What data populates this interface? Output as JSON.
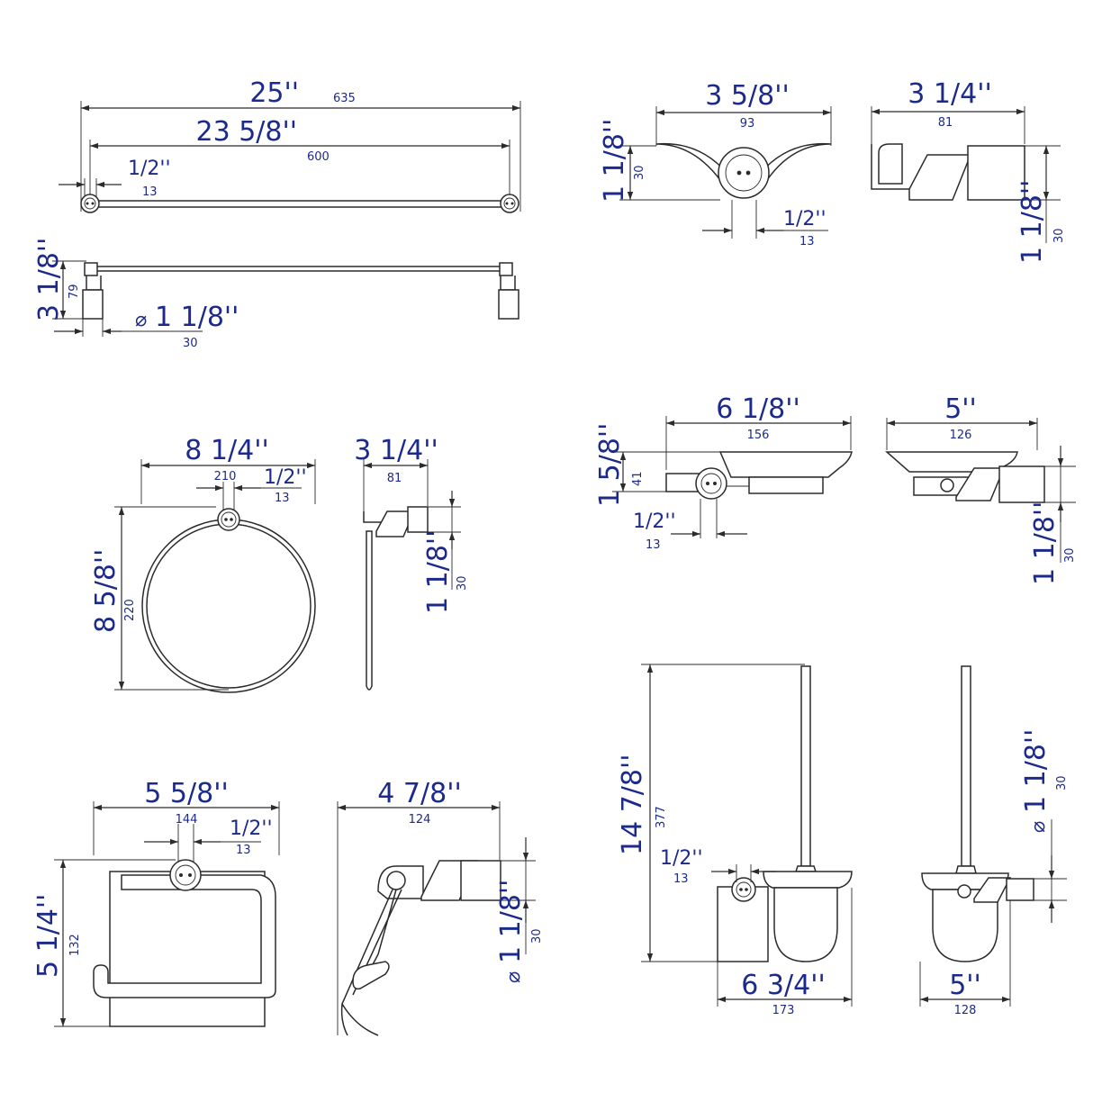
{
  "towel_bar": {
    "overall_in": "25''",
    "overall_mm": "635",
    "centers_in": "23 5/8''",
    "centers_mm": "600",
    "post_in": "1/2''",
    "post_mm": "13",
    "projection_in": "3 1/8''",
    "projection_mm": "79",
    "flange_in": "1 1/8''",
    "flange_mm": "30",
    "diameter_symbol": "⌀"
  },
  "robe_hook": {
    "width_in": "3 5/8''",
    "width_mm": "93",
    "height_in": "1 1/8''",
    "height_mm": "30",
    "post_in": "1/2''",
    "post_mm": "13",
    "projection_in": "3 1/4''",
    "projection_mm": "81",
    "flange_in": "1 1/8''",
    "flange_mm": "30"
  },
  "towel_ring": {
    "width_in": "8 1/4''",
    "width_mm": "210",
    "post_in": "1/2''",
    "post_mm": "13",
    "height_in": "8 5/8''",
    "height_mm": "220",
    "projection_in": "3 1/4''",
    "projection_mm": "81",
    "flange_in": "1 1/8''",
    "flange_mm": "30"
  },
  "soap_dish": {
    "width_in": "6 1/8''",
    "width_mm": "156",
    "height_in": "1 5/8''",
    "height_mm": "41",
    "post_in": "1/2''",
    "post_mm": "13",
    "projection_in": "5''",
    "projection_mm": "126",
    "flange_in": "1 1/8''",
    "flange_mm": "30"
  },
  "paper_holder": {
    "width_in": "5 5/8''",
    "width_mm": "144",
    "post_in": "1/2''",
    "post_mm": "13",
    "height_in": "5 1/4''",
    "height_mm": "132",
    "projection_in": "4 7/8''",
    "projection_mm": "124",
    "flange_in": "1 1/8''",
    "flange_mm": "30",
    "diameter_symbol": "⌀"
  },
  "toilet_brush": {
    "height_in": "14 7/8''",
    "height_mm": "377",
    "post_in": "1/2''",
    "post_mm": "13",
    "width_in": "6 3/4''",
    "width_mm": "173",
    "projection_in": "5''",
    "projection_mm": "128",
    "flange_in": "1 1/8''",
    "flange_mm": "30",
    "diameter_symbol": "⌀"
  }
}
